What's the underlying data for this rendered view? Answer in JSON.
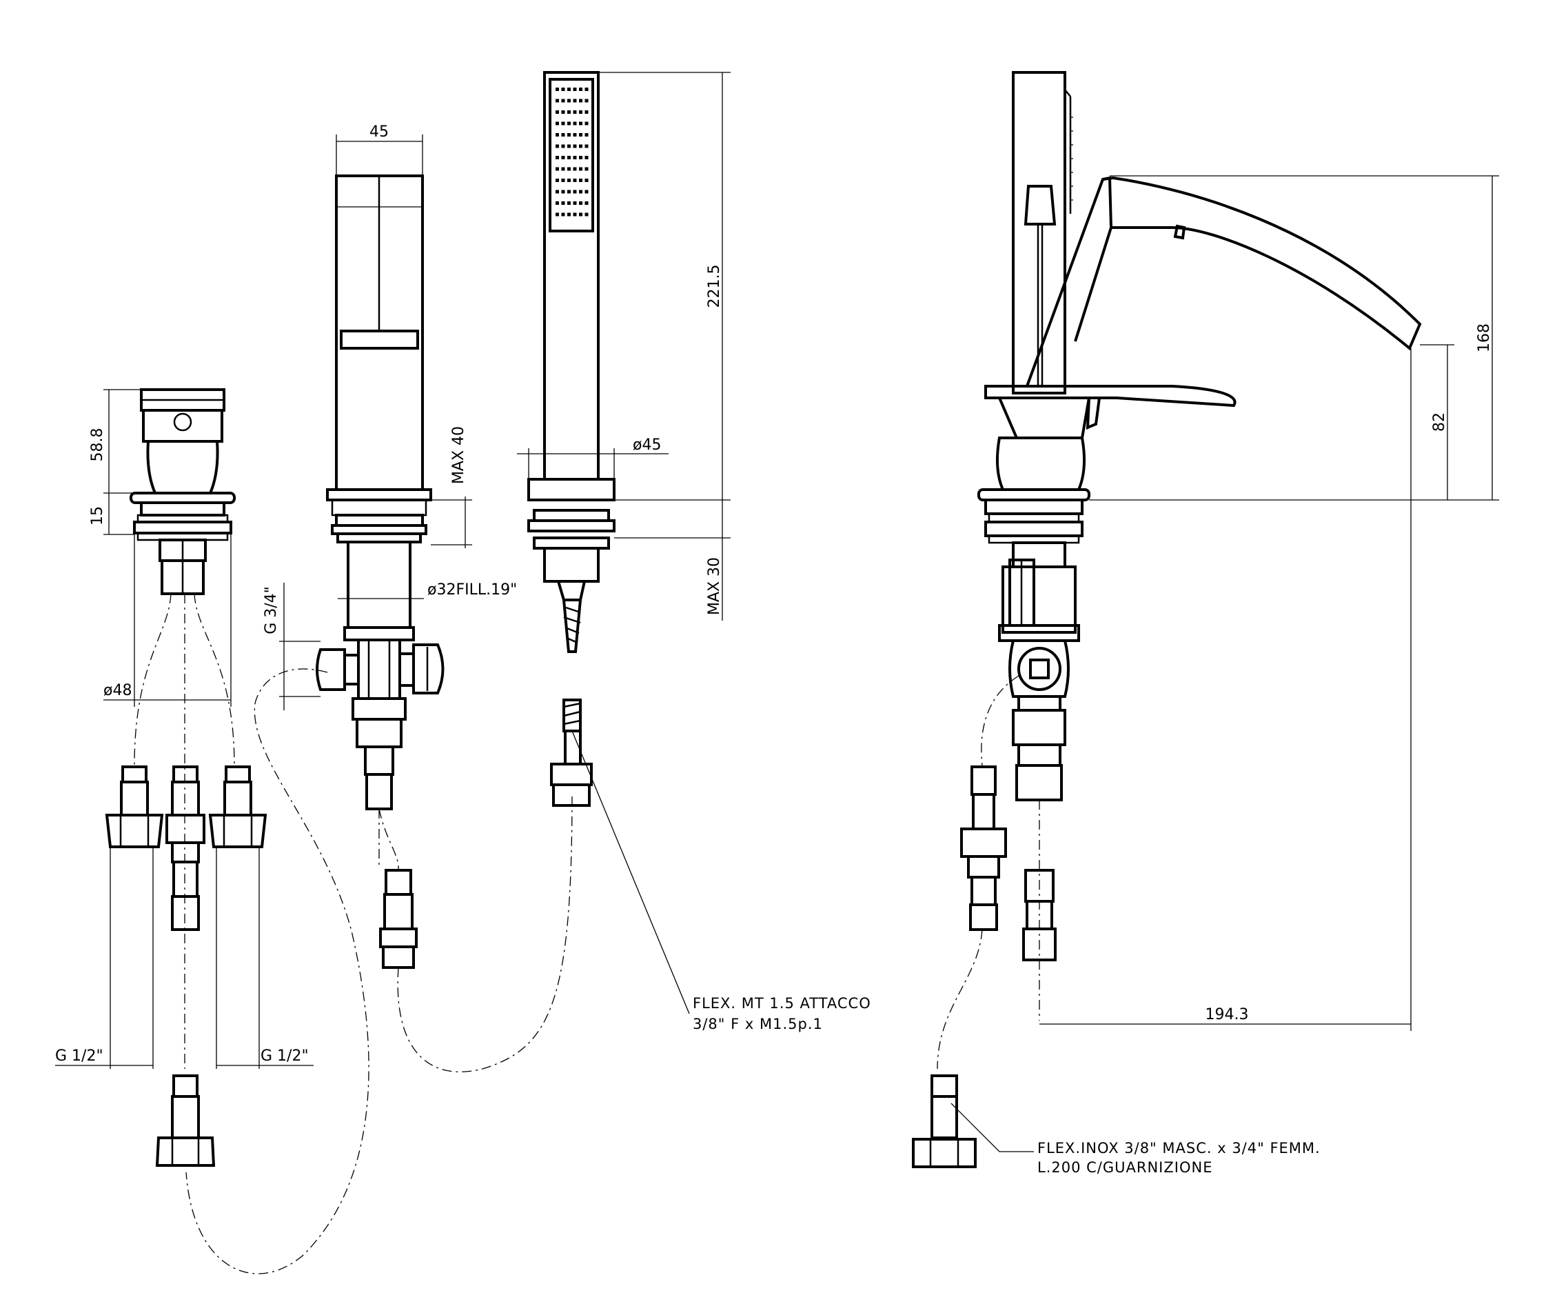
{
  "dimensions": {
    "width_45": "45",
    "length_221_5": "221.5",
    "height_58_8": "58.8",
    "height_15": "15",
    "max_40": "MAX 40",
    "max_30": "MAX 30",
    "diameter_45": "ø45",
    "diameter_32": "ø32FILL.19\"",
    "diameter_48": "ø48",
    "g_3_4": "G 3/4\"",
    "g_1_2_left": "G 1/2\"",
    "g_1_2_right": "G 1/2\"",
    "height_168": "168",
    "height_82": "82",
    "reach_194_3": "194.3"
  },
  "notes": {
    "flex_mt_line1": "FLEX. MT 1.5 ATTACCO",
    "flex_mt_line2": "3/8\" F x M1.5p.1",
    "flex_inox_line1": "FLEX.INOX 3/8\" MASC. x 3/4\" FEMM.",
    "flex_inox_line2": "L.200 C/GUARNIZIONE"
  }
}
